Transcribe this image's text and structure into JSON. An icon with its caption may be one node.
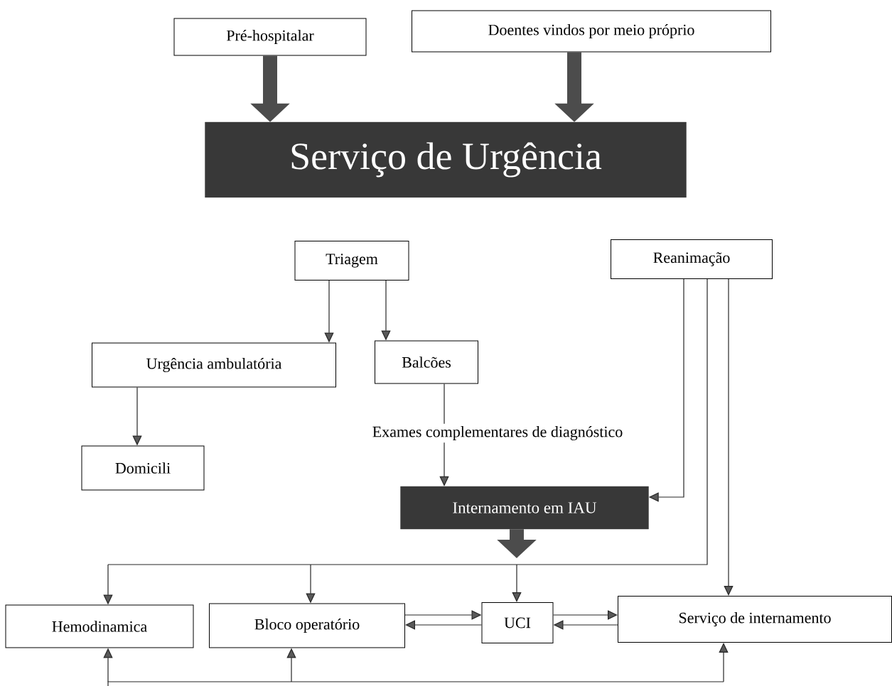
{
  "diagram": {
    "nodes": [
      {
        "text": [
          "Pré-hospitalar"
        ]
      },
      {
        "text": [
          "Doentes vindos por meio próprio"
        ]
      },
      {
        "text": [
          "Serviço de Urgência"
        ]
      },
      {
        "text": [
          "Triagem"
        ]
      },
      {
        "text": [
          "Reanimação"
        ]
      },
      {
        "text": [
          "Urgência ambulatória"
        ]
      },
      {
        "text": [
          "Balcões"
        ]
      },
      {
        "text": [
          "Exames complementares de diagnóstico"
        ]
      },
      {
        "text": [
          "Domicili"
        ]
      },
      {
        "text": [
          "Internamento em IAU"
        ]
      },
      {
        "text": [
          "Hemodinamica"
        ]
      },
      {
        "text": [
          "Bloco operatório"
        ]
      },
      {
        "text": [
          "UCI"
        ]
      },
      {
        "text": [
          "Serviço de internamento"
        ]
      }
    ],
    "edges": [
      {
        "from": 0,
        "to": 2,
        "arrow": "to",
        "style": "thick"
      },
      {
        "from": 1,
        "to": 2,
        "arrow": "to",
        "style": "thick"
      },
      {
        "from": 3,
        "to": 5,
        "arrow": "to"
      },
      {
        "from": 3,
        "to": 6,
        "arrow": "to"
      },
      {
        "from": 5,
        "to": 8,
        "arrow": "to"
      },
      {
        "from": 6,
        "to": 7,
        "arrow": "none"
      },
      {
        "from": 7,
        "to": 9,
        "arrow": "to"
      },
      {
        "from": 4,
        "to": 9,
        "arrow": "to"
      },
      {
        "from": 4,
        "to": 10,
        "arrow": "to"
      },
      {
        "from": 4,
        "to": 11,
        "arrow": "to"
      },
      {
        "from": 4,
        "to": 12,
        "arrow": "to"
      },
      {
        "from": 4,
        "to": 13,
        "arrow": "to"
      },
      {
        "from": 9,
        "to": null,
        "arrow": "to",
        "style": "thick"
      },
      {
        "from": 11,
        "to": 12,
        "arrow": "to"
      },
      {
        "from": 12,
        "to": 11,
        "arrow": "to"
      },
      {
        "from": 12,
        "to": 13,
        "arrow": "to"
      },
      {
        "from": 13,
        "to": 12,
        "arrow": "to"
      },
      {
        "from": null,
        "to": 10,
        "arrow": "to"
      },
      {
        "from": null,
        "to": 11,
        "arrow": "to"
      },
      {
        "from": null,
        "to": 13,
        "arrow": "to"
      }
    ]
  }
}
